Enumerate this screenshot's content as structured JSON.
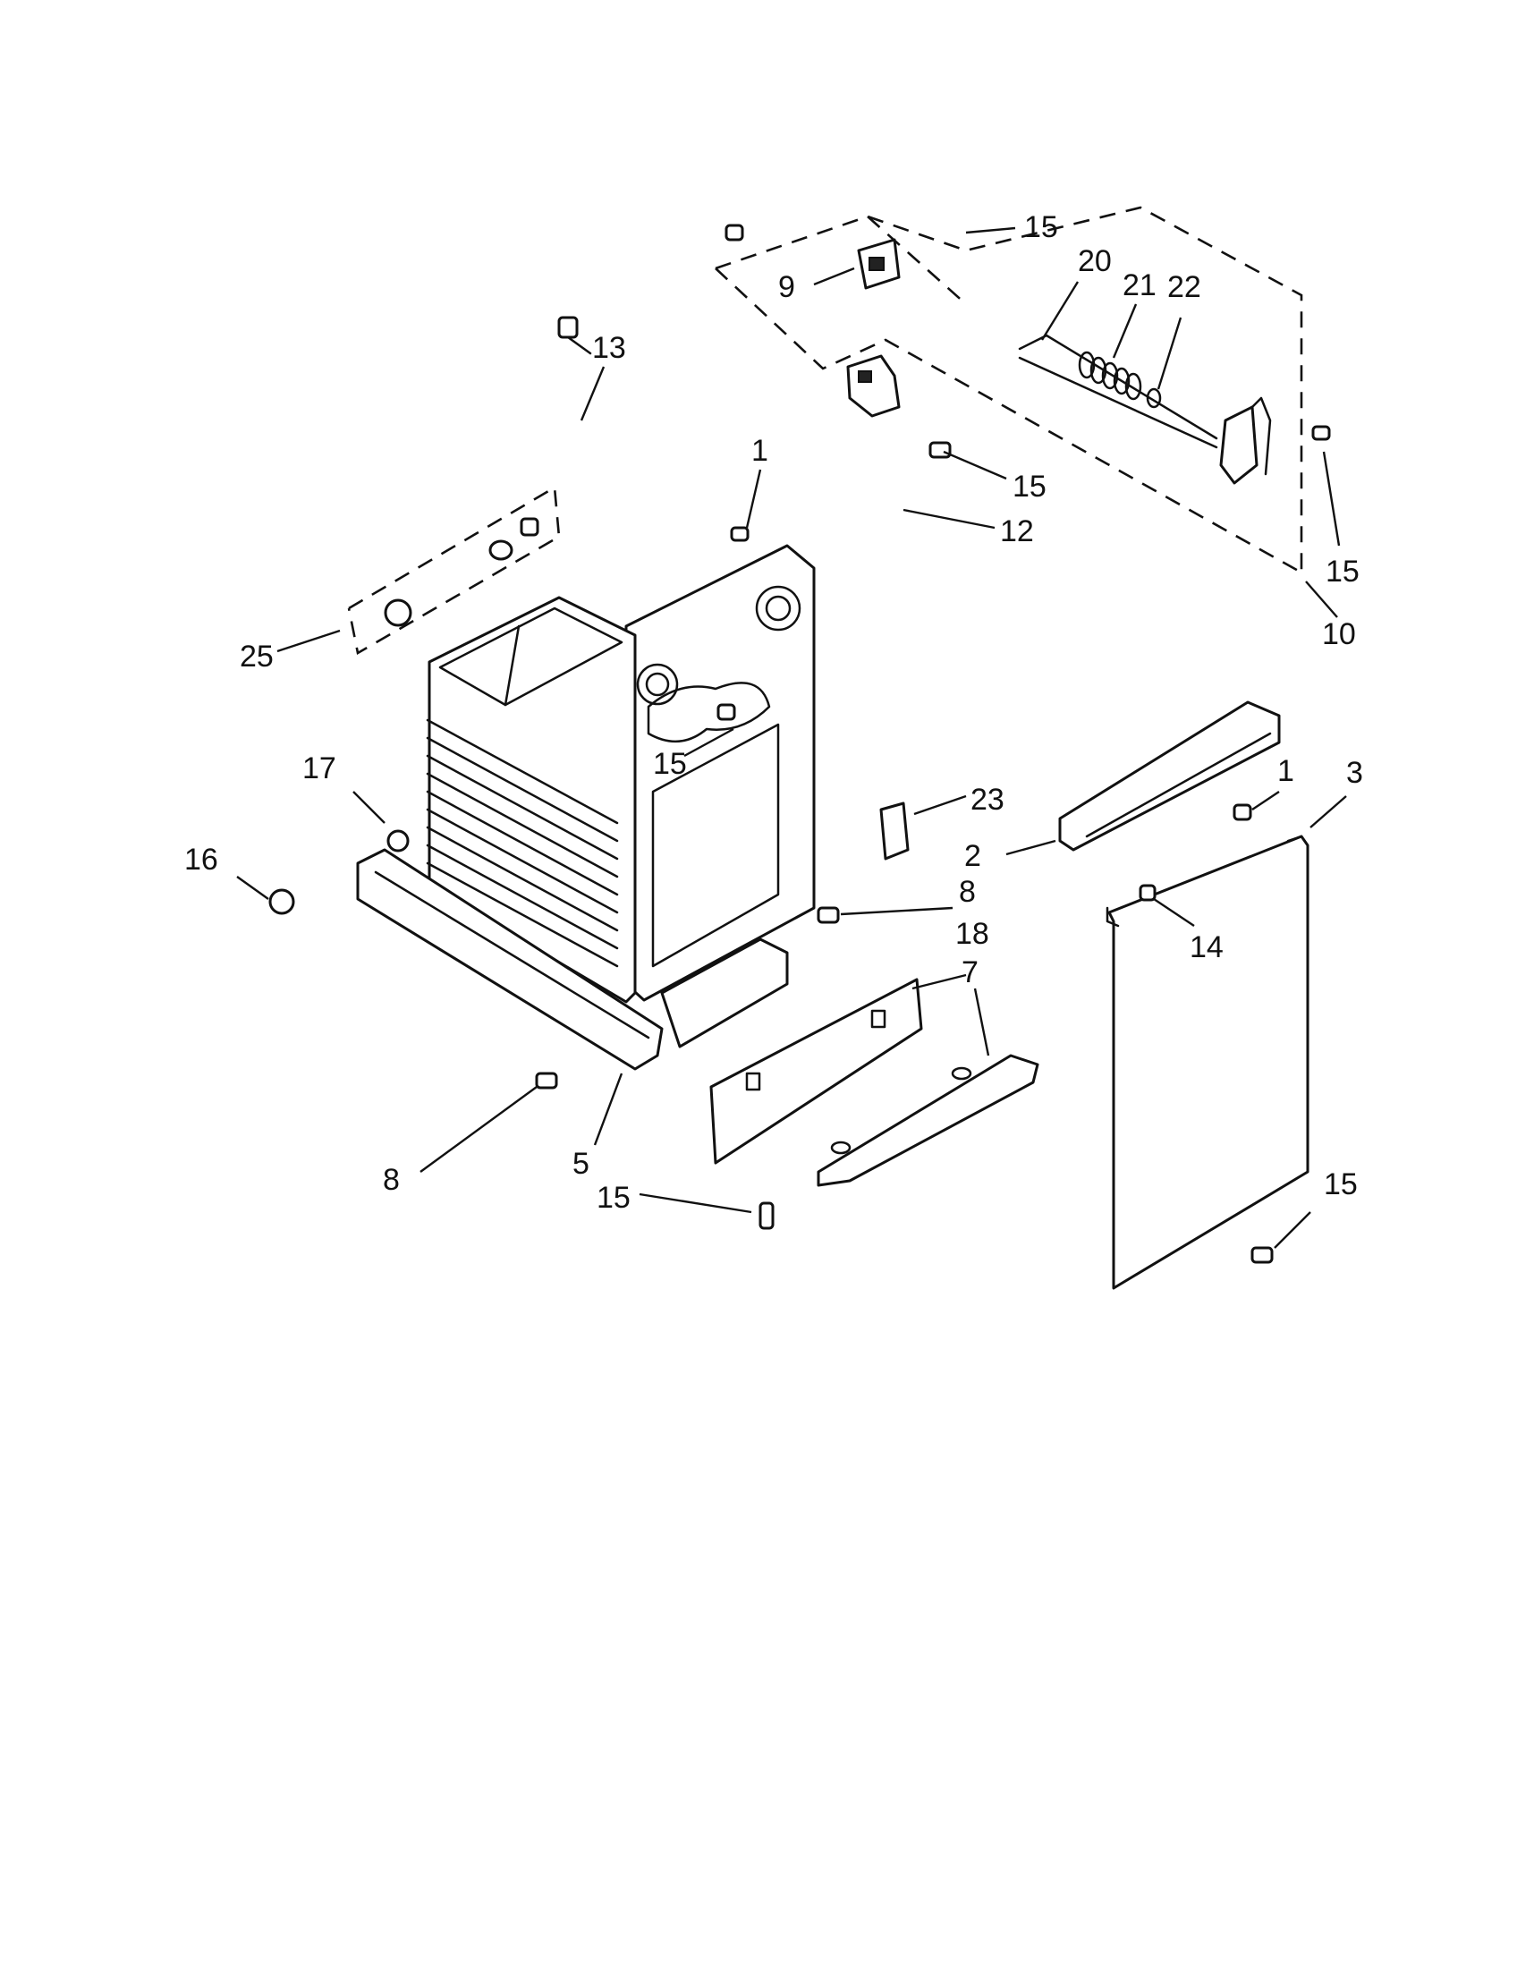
{
  "callouts": [
    {
      "id": "c-15-top",
      "label": "15"
    },
    {
      "id": "c-9",
      "label": "9"
    },
    {
      "id": "c-20",
      "label": "20"
    },
    {
      "id": "c-21",
      "label": "21"
    },
    {
      "id": "c-22",
      "label": "22"
    },
    {
      "id": "c-13",
      "label": "13"
    },
    {
      "id": "c-1-top",
      "label": "1"
    },
    {
      "id": "c-15-bracket",
      "label": "15"
    },
    {
      "id": "c-12",
      "label": "12"
    },
    {
      "id": "c-15-right",
      "label": "15"
    },
    {
      "id": "c-10",
      "label": "10"
    },
    {
      "id": "c-25",
      "label": "25"
    },
    {
      "id": "c-15-mid",
      "label": "15"
    },
    {
      "id": "c-23",
      "label": "23"
    },
    {
      "id": "c-1-right",
      "label": "1"
    },
    {
      "id": "c-3",
      "label": "3"
    },
    {
      "id": "c-2",
      "label": "2"
    },
    {
      "id": "c-17",
      "label": "17"
    },
    {
      "id": "c-16",
      "label": "16"
    },
    {
      "id": "c-8-mid",
      "label": "8"
    },
    {
      "id": "c-18",
      "label": "18"
    },
    {
      "id": "c-7",
      "label": "7"
    },
    {
      "id": "c-14",
      "label": "14"
    },
    {
      "id": "c-8-low",
      "label": "8"
    },
    {
      "id": "c-5",
      "label": "5"
    },
    {
      "id": "c-15-low",
      "label": "15"
    },
    {
      "id": "c-15-panel",
      "label": "15"
    }
  ]
}
